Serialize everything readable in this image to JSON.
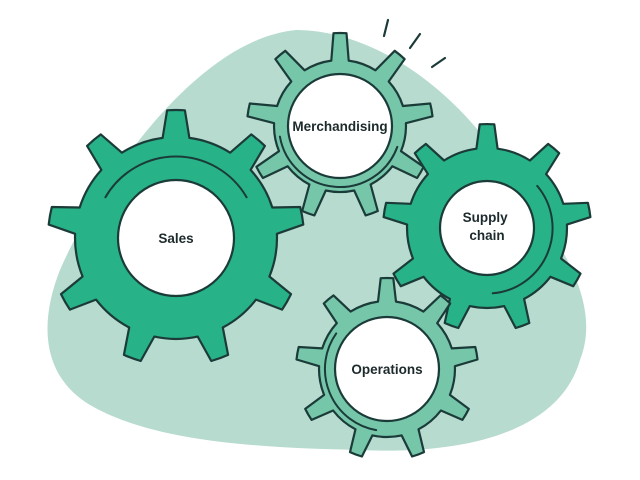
{
  "diagram": {
    "gears": [
      {
        "id": "merchandising",
        "lines": [
          "Merchandising"
        ]
      },
      {
        "id": "sales",
        "lines": [
          "Sales"
        ]
      },
      {
        "id": "supply-chain",
        "lines": [
          "Supply",
          "chain"
        ]
      },
      {
        "id": "operations",
        "lines": [
          "Operations"
        ]
      }
    ]
  },
  "colors": {
    "blob": "#b7dccf",
    "gear_dark": "#27b287",
    "gear_light": "#76c6aa",
    "outline": "#1b3b39",
    "hub": "#ffffff",
    "text": "#1d2a2c"
  }
}
